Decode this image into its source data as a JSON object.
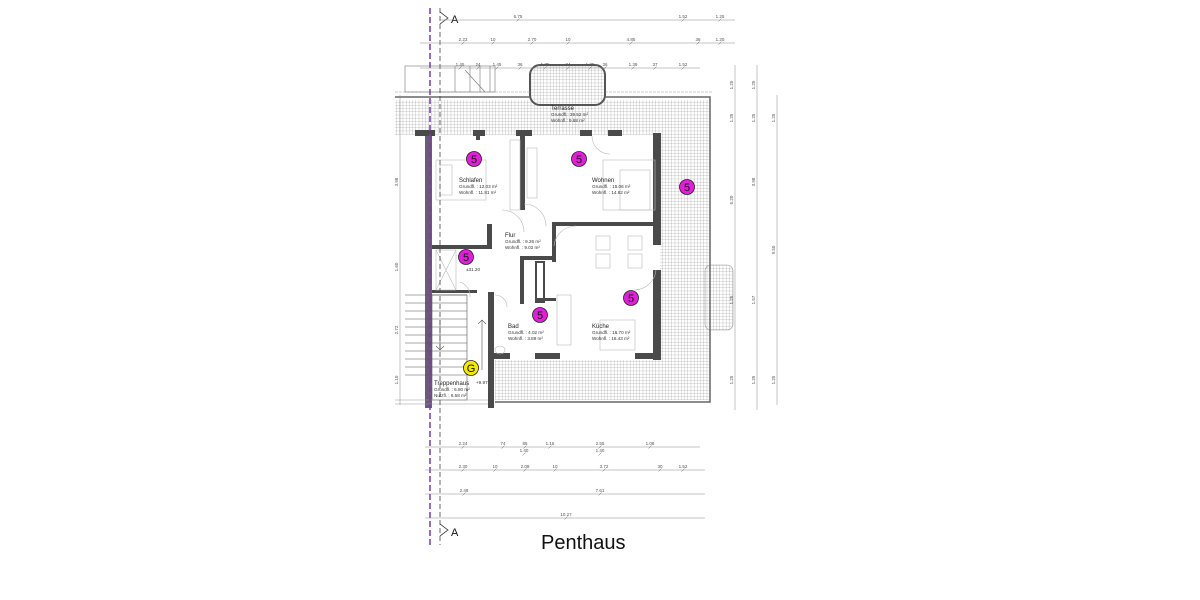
{
  "title": "Penthaus",
  "section_marker": "A",
  "colors": {
    "wall": "#4a4a4a",
    "unit_badge": "#e020d8",
    "common_badge": "#f5e800",
    "section_line": "#7a3f9a",
    "hatch": "#9a9a9a"
  },
  "rooms": [
    {
      "name": "Terrasse",
      "line1": "Grundfl.: 39.52 m²",
      "line2": "Wohnfl.: 9.88 m²"
    },
    {
      "name": "Schlafen",
      "line1": "Grundfl. : 12.03 m²",
      "line2": "Wohnfl. : 11.81 m²"
    },
    {
      "name": "Wohnen",
      "line1": "Grundfl. : 15.06 m²",
      "line2": "Wohnfl. : 14.82 m²"
    },
    {
      "name": "Flur",
      "line1": "Grundfl. : 9.26 m²",
      "line2": "Wohnfl. : 9.02 m²"
    },
    {
      "name": "Bad",
      "line1": "Grundfl. : 4.02 m²",
      "line2": "Wohnfl. : 3.89 m²"
    },
    {
      "name": "Küche",
      "line1": "Grundfl. : 16.70 m²",
      "line2": "Wohnfl. : 16.43 m²"
    },
    {
      "name": "Treppenhaus",
      "line1": "Grundfl. : 6.80 m²",
      "line2": "Nutzfl. : 6.58 m²"
    }
  ],
  "badges": [
    "5",
    "5",
    "5",
    "5",
    "5",
    "5",
    "G"
  ],
  "levels": [
    "±31.20",
    "+9.97"
  ],
  "dimensions": {
    "top_row1": [
      "6.75",
      "1.52",
      "1.25"
    ],
    "top_row2": [
      "2.23",
      "10",
      "2.70",
      "10",
      "4.85",
      "36",
      "1.20"
    ],
    "top_row3": [
      "1.45",
      "24",
      "1.45",
      "36",
      "1.75",
      "24",
      "1.75",
      "36",
      "1.39",
      "37",
      "1.52"
    ],
    "bottom_row1": [
      "2.24",
      "74",
      "85",
      "1.16",
      "2.55",
      "1.08"
    ],
    "bottom_row1_sub": [
      "1.40",
      "1.40"
    ],
    "bottom_row2": [
      "2.30",
      "10",
      "2.09",
      "10",
      "3.72",
      "30",
      "1.52"
    ],
    "bottom_row3": [
      "2.48",
      "7.61"
    ],
    "bottom_row4": [
      "10.27"
    ],
    "right_col1": [
      "1.25",
      "1.25",
      "5.20",
      "1.25",
      "1.25"
    ],
    "right_col2": [
      "1.25",
      "1.25",
      "3.98",
      "1.57",
      "1.25"
    ],
    "right_col3": [
      "1.25",
      "9.50",
      "1.25"
    ],
    "left_col": [
      "3.98",
      "1.60",
      "2.72",
      "1.10"
    ]
  }
}
